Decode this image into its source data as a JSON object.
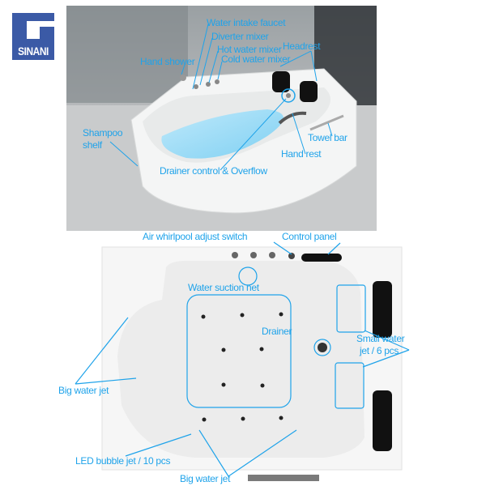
{
  "brand": {
    "logo_text": "SINANI",
    "color": "#3b5aa6"
  },
  "accent": "#1fa3ea",
  "top_view_labels": {
    "water_intake_faucet": "Water intake faucet",
    "diverter_mixer": "Diverter mixer",
    "hot_water_mixer": "Hot water mixer",
    "cold_water_mixer": "Cold water mixer",
    "headrest": "Headrest",
    "hand_shower": "Hand shower",
    "shampoo_shelf_1": "Shampoo",
    "shampoo_shelf_2": "shelf",
    "towel_bar": "Towel bar",
    "hand_rest": "Hand rest",
    "drainer_control": "Drainer control & Overflow"
  },
  "plan_view_labels": {
    "air_whirlpool": "Air whirlpool adjust switch",
    "control_panel": "Control panel",
    "water_suction_net": "Water suction net",
    "drainer": "Drainer",
    "small_jet_1": "Small water",
    "small_jet_2": "jet / 6 pcs",
    "big_jet_left": "Big water jet",
    "led_bubble": "LED bubble jet / 10 pcs",
    "big_jet_bottom": "Big water jet"
  }
}
